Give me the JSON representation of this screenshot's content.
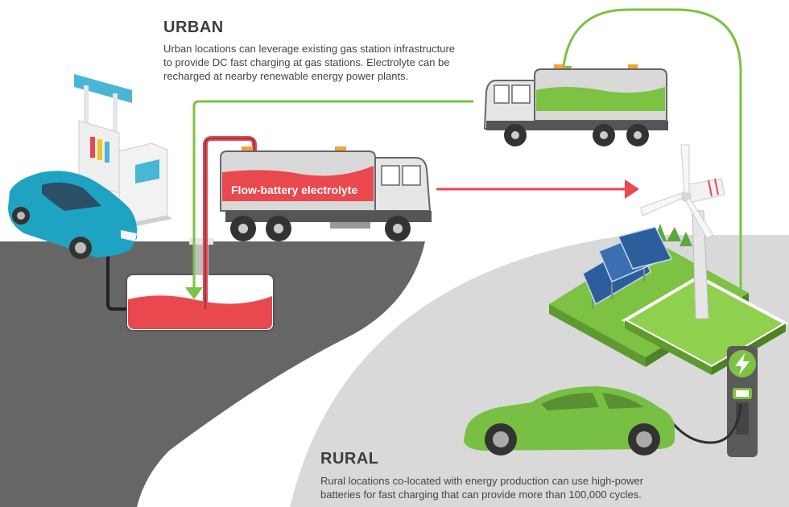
{
  "urban": {
    "heading": "URBAN",
    "lines": [
      "Urban locations can leverage existing gas station infrastructure",
      "to provide DC fast charging at gas stations. Electrolyte can be",
      "recharged at nearby renewable energy power plants."
    ]
  },
  "rural": {
    "heading": "RURAL",
    "lines": [
      "Rural locations co-located with energy production can use high-power",
      "batteries for fast charging that can provide more than 100,000 cycles."
    ]
  },
  "truck_tank_label": "Flow-battery electrolyte",
  "icons": {
    "fuel_pump": "fuel-pump-icon",
    "charger": "lightning-bolt-icon",
    "wind_turbine": "wind-turbine-icon",
    "solar_panel": "solar-panel-icon"
  },
  "colors": {
    "electrolyte_red": "#e9484f",
    "renewable_green": "#7dc242",
    "urban_ground": "#666666",
    "rural_ground": "#d9d9d9",
    "blue_car": "#1ea3c2",
    "green_car": "#77c043"
  }
}
